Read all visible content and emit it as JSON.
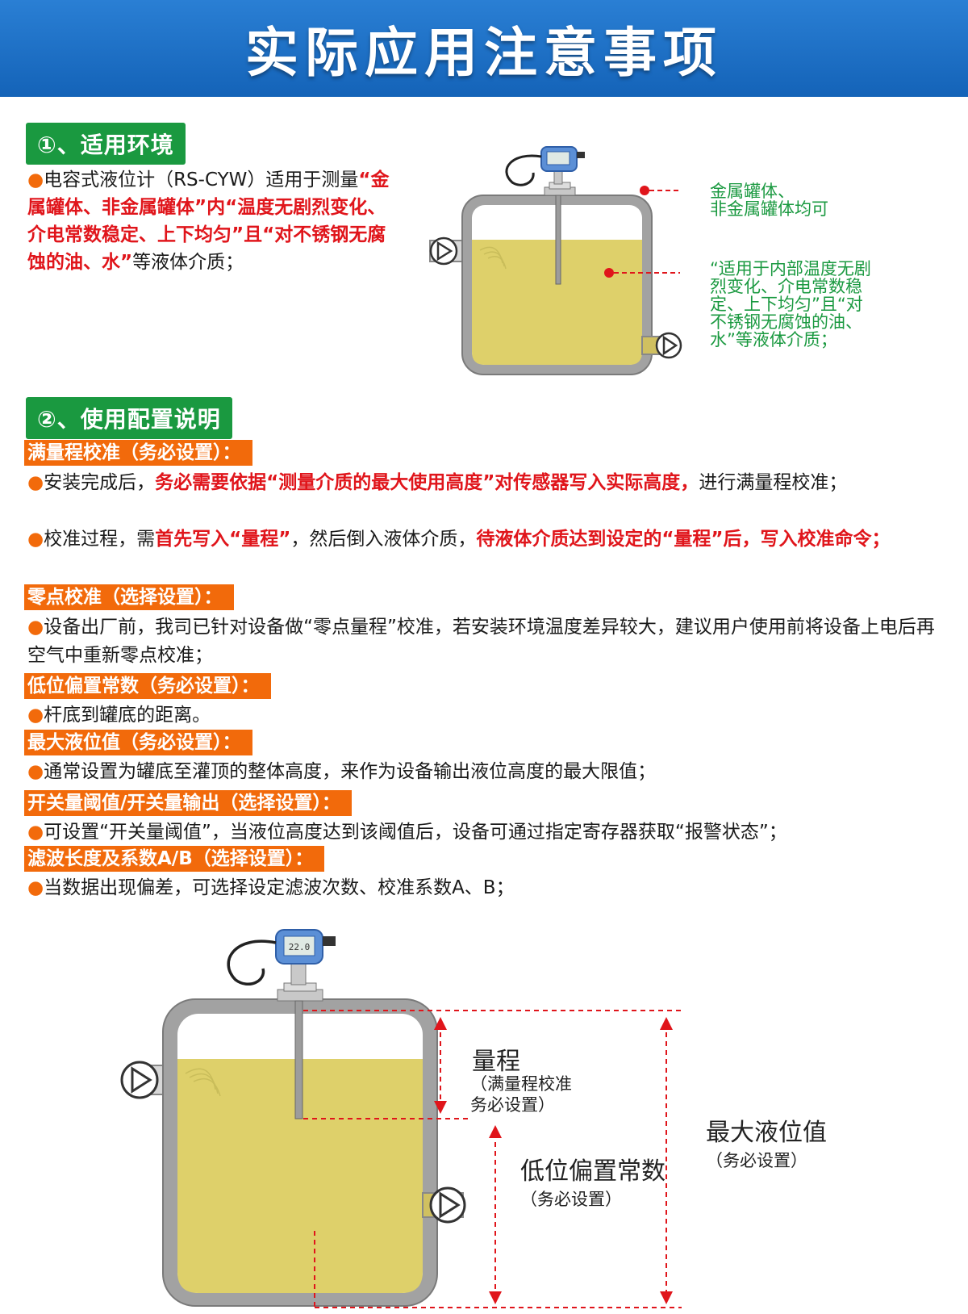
{
  "title": "实际应用注意事项",
  "section1": {
    "heading": "①、适用环境",
    "para": {
      "bullet": "●",
      "t1": "电容式液位计（RS-CYW）适用于测量",
      "r1": "“金属罐体、非金属罐体”内“温度无剧烈变化、介电常数稳定、上下均匀”且“对不锈钢无腐蚀的油、水”",
      "t2": "等液体介质；"
    },
    "diagram": {
      "label1": [
        "金属罐体、",
        "非金属罐体均可"
      ],
      "label2": [
        "“适用于内部温度无剧",
        "烈变化、介电常数稳",
        "定、上下均匀”且“对",
        "不锈钢无腐蚀的油、",
        "水”等液体介质；"
      ]
    }
  },
  "section2": {
    "heading": "②、使用配置说明",
    "tag1": "满量程校准（务必设置）：",
    "p1a": "安装完成后，",
    "p1b": "务必需要依据“测量介质的最大使用高度”对传感器写入实际高度，",
    "p1c": "进行满量程校准；",
    "p2a": "校准过程，需",
    "p2b": "首先写入“量程”",
    "p2c": "，然后倒入液体介质，",
    "p2d": "待液体介质达到设定的“量程”后，写入校准命令；",
    "tag2": "零点校准（选择设置）：",
    "p3": "设备出厂前，我司已针对设备做“零点量程”校准，若安装环境温度差异较大，建议用户使用前将设备上电后再空气中重新零点校准；",
    "tag3": "低位偏置常数（务必设置）：",
    "p4": "杆底到罐底的距离。",
    "tag4": "最大液位值（务必设置）：",
    "p5": "通常设置为罐底至灌顶的整体高度，来作为设备输出液位高度的最大限值；",
    "tag5": "开关量阈值/开关量输出（选择设置）：",
    "p6": "可设置“开关量阈值”，当液位高度达到该阈值后，设备可通过指定寄存器获取“报警状态”；",
    "tag6": "滤波长度及系数A/B（选择设置）：",
    "p7": "当数据出现偏差，可选择设定滤波次数、校准系数A、B；",
    "bullet": "●"
  },
  "diagram2": {
    "range_title": "量程",
    "range_sub1": "（满量程校准",
    "range_sub2": "务必设置）",
    "low_title": "低位偏置常数",
    "low_sub": "（务必设置）",
    "max_title": "最大液位值",
    "max_sub": "（务必设置）",
    "display_reading": "22.0"
  },
  "colors": {
    "header_blue": "#1f72c8",
    "green": "#1a9940",
    "orange": "#f26a0b",
    "red": "#e0151b",
    "liquid": "#ded06a",
    "tank_gray": "#9a9a9a"
  }
}
